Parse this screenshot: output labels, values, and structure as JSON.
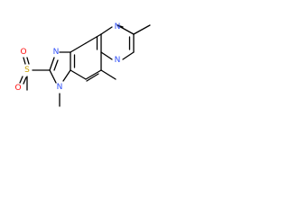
{
  "colors": {
    "bond": "#000000",
    "nitrogen": "#3050f8",
    "oxygen": "#ff0d0d",
    "sulfur": "#c8a000",
    "background": "#ffffff"
  },
  "atoms": {
    "n_pyrazine_top": "N",
    "n_pyrazine_bottom": "N",
    "n_imidazole_top": "N",
    "n_imidazole_bottom": "N",
    "s_sulfonyl": "S",
    "o_sulfonyl_top": "O",
    "o_sulfonyl_bottom": "O"
  }
}
